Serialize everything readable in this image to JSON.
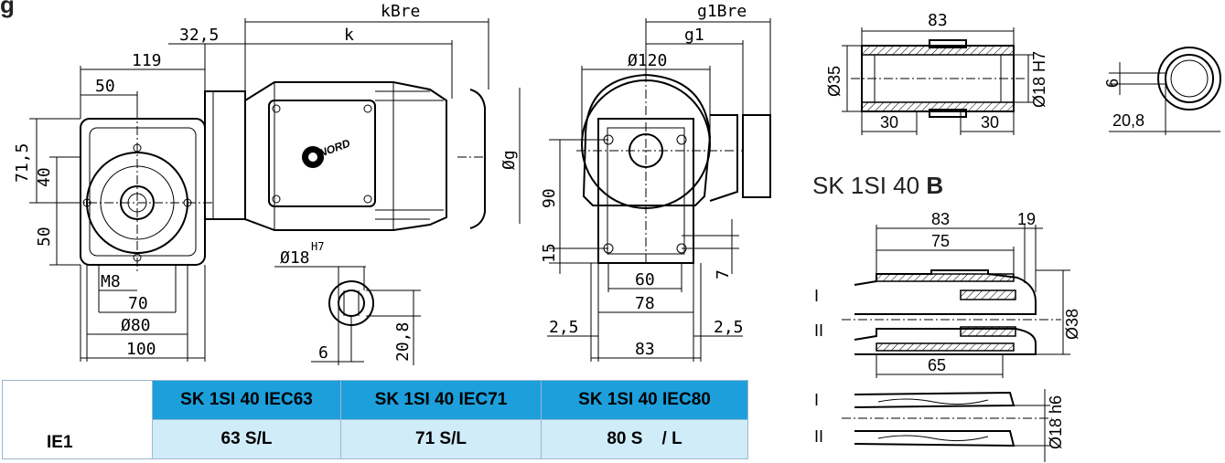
{
  "drawing": {
    "title_fragment": "g",
    "view_a": {
      "dims": [
        "32,5",
        "119",
        "50",
        "71,5",
        "40",
        "50",
        "M8",
        "70",
        "Ø80",
        "100",
        "kBre",
        "k",
        "Øg"
      ],
      "logo_text": "NORD"
    },
    "bore_detail": {
      "dims": [
        "Ø18",
        "H7",
        "6",
        "20,8"
      ]
    },
    "view_b": {
      "dims": [
        "g1Bre",
        "g1",
        "Ø120",
        "90",
        "15",
        "60",
        "78",
        "83",
        "2,5",
        "2,5",
        "7"
      ]
    },
    "shaft_a": {
      "dims": [
        "83",
        "Ø35",
        "Ø18 H7",
        "30",
        "30"
      ]
    },
    "shaft_a_end": {
      "dims": [
        "6",
        "20,8"
      ]
    },
    "shaft_b": {
      "title_prefix": "SK 1SI 40 ",
      "title_suffix": "B",
      "dims": [
        "83",
        "19",
        "75",
        "65",
        "Ø38"
      ],
      "markers": [
        "I",
        "II"
      ]
    },
    "shaft_c": {
      "dims": [
        "Ø18 h6"
      ],
      "markers": [
        "I",
        "II"
      ]
    }
  },
  "table": {
    "columns": [
      "SK 1SI 40 IEC63",
      "SK 1SI 40 IEC71",
      "SK 1SI 40 IEC80"
    ],
    "rows": [
      {
        "label": "IE1",
        "values": [
          "63 S/L",
          "71 S/L",
          "80 S    / L"
        ]
      }
    ]
  }
}
